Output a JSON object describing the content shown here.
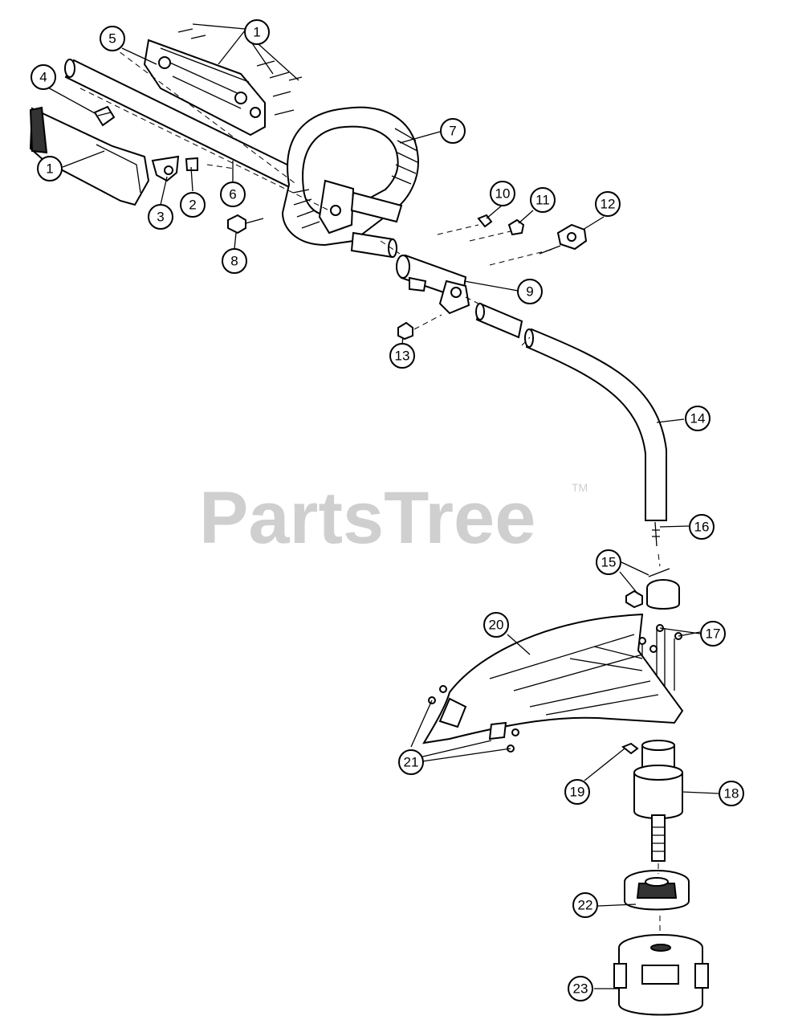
{
  "watermark": {
    "text": "PartsTree",
    "tm": "TM"
  },
  "callouts": [
    "1",
    "1",
    "2",
    "3",
    "4",
    "5",
    "6",
    "7",
    "8",
    "9",
    "10",
    "11",
    "12",
    "13",
    "14",
    "15",
    "16",
    "17",
    "18",
    "19",
    "20",
    "21",
    "22",
    "23"
  ]
}
